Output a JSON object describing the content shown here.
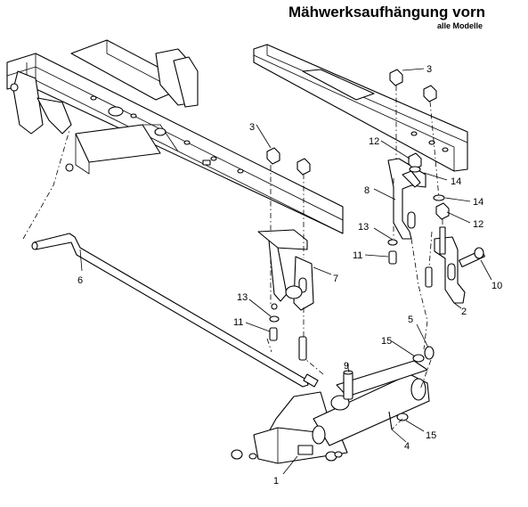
{
  "header": {
    "title": "Mähwerksaufhängung vorn",
    "subtitle": "alle Modelle"
  },
  "callouts": [
    {
      "id": "c3a",
      "label": "3"
    },
    {
      "id": "c3b",
      "label": "3"
    },
    {
      "id": "c12a",
      "label": "12"
    },
    {
      "id": "c14a",
      "label": "14"
    },
    {
      "id": "c8",
      "label": "8"
    },
    {
      "id": "c14b",
      "label": "14"
    },
    {
      "id": "c12b",
      "label": "12"
    },
    {
      "id": "c13a",
      "label": "13"
    },
    {
      "id": "c11a",
      "label": "11"
    },
    {
      "id": "c10",
      "label": "10"
    },
    {
      "id": "c2",
      "label": "2"
    },
    {
      "id": "c6",
      "label": "6"
    },
    {
      "id": "c7",
      "label": "7"
    },
    {
      "id": "c13b",
      "label": "13"
    },
    {
      "id": "c11b",
      "label": "11"
    },
    {
      "id": "c5",
      "label": "5"
    },
    {
      "id": "c15a",
      "label": "15"
    },
    {
      "id": "c9",
      "label": "9"
    },
    {
      "id": "c4",
      "label": "4"
    },
    {
      "id": "c15b",
      "label": "15"
    },
    {
      "id": "c1",
      "label": "1"
    }
  ]
}
